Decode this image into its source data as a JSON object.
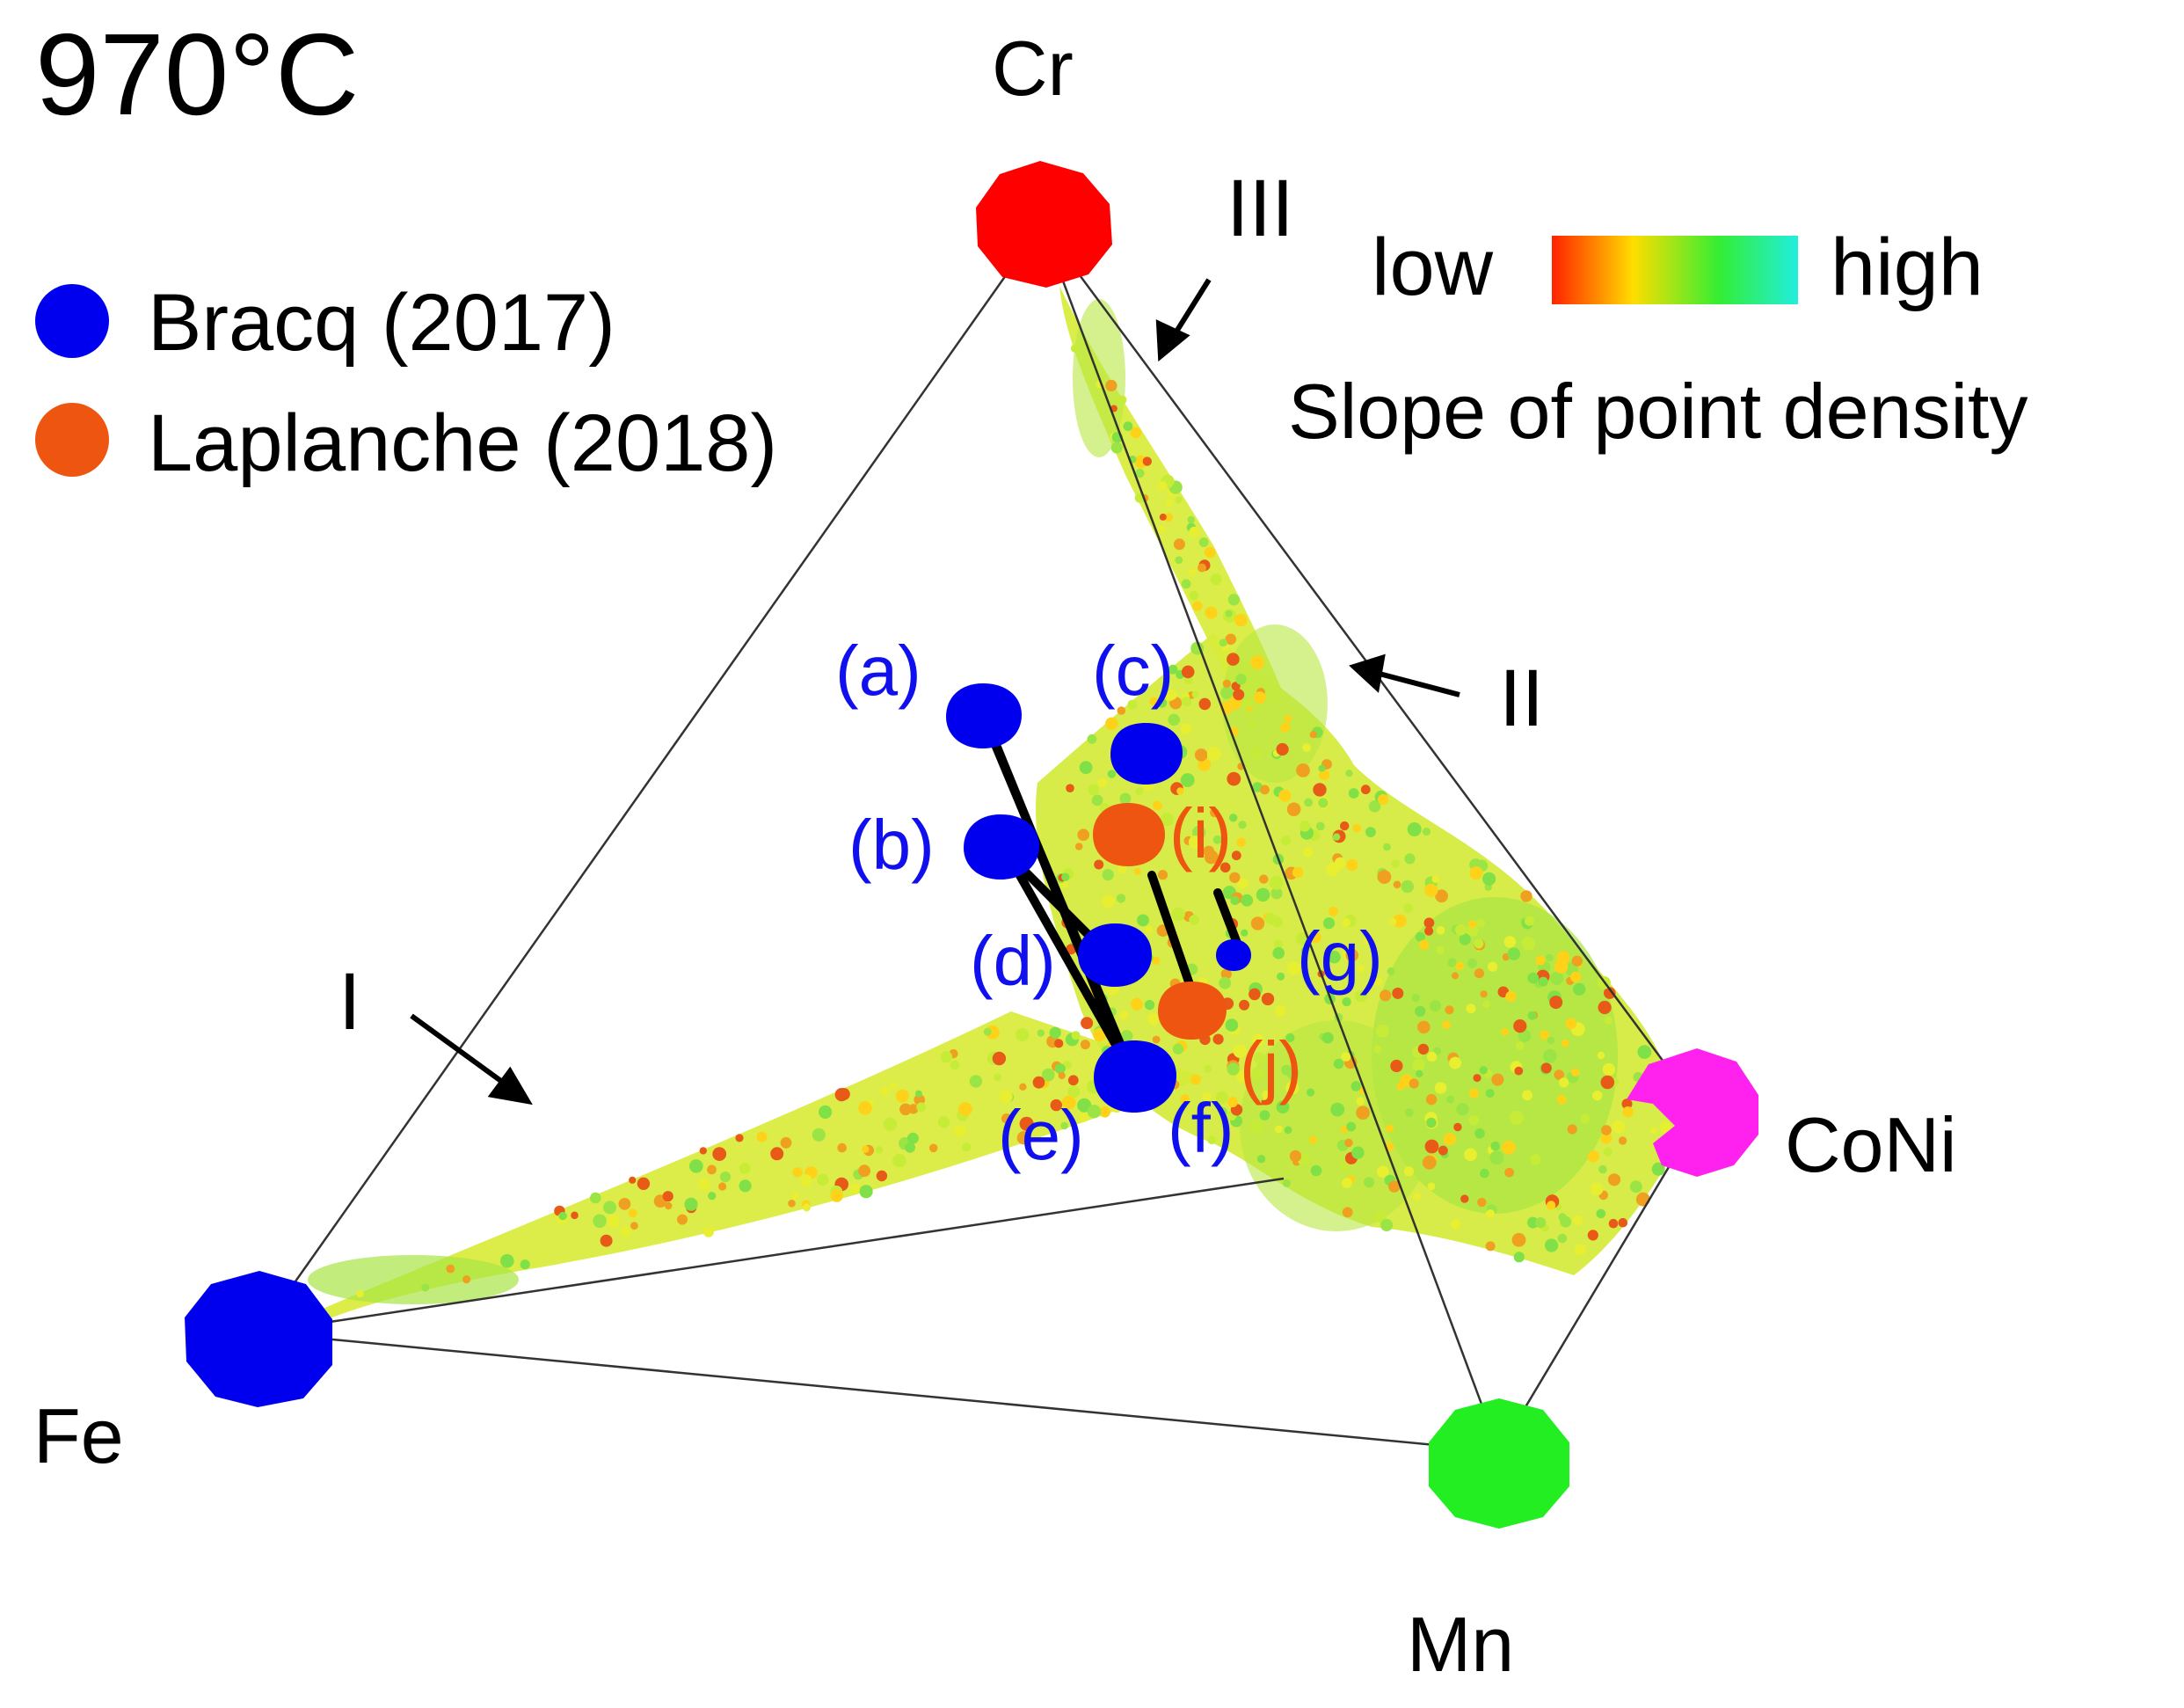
{
  "temperature": "970°C",
  "vertices": {
    "cr": {
      "label": "Cr",
      "color": "#ff0000"
    },
    "fe": {
      "label": "Fe",
      "color": "#0000ee"
    },
    "mn": {
      "label": "Mn",
      "color": "#22ee22"
    },
    "coni": {
      "label": "CoNi",
      "color": "#ff22ee"
    }
  },
  "legend": [
    {
      "label": "Bracq (2017)",
      "color": "#0000ee"
    },
    {
      "label": "Laplanche (2018)",
      "color": "#ee5511"
    }
  ],
  "colorbar": {
    "low_label": "low",
    "high_label": "high",
    "title": "Slope of point density",
    "colors": [
      "#ff2200",
      "#ffdd00",
      "#33ee33",
      "#22eedd"
    ]
  },
  "regions": [
    {
      "label": "I"
    },
    {
      "label": "II"
    },
    {
      "label": "III"
    }
  ],
  "points": {
    "a": {
      "label": "(a)",
      "source": "Bracq (2017)"
    },
    "b": {
      "label": "(b)",
      "source": "Bracq (2017)"
    },
    "c": {
      "label": "(c)",
      "source": "Bracq (2017)"
    },
    "d": {
      "label": "(d)",
      "source": "Bracq (2017)"
    },
    "e": {
      "label": "(e)",
      "source": "Bracq (2017)"
    },
    "f": {
      "label": "(f)",
      "source": "Bracq (2017)"
    },
    "g": {
      "label": "(g)",
      "source": "Bracq (2017)"
    },
    "i": {
      "label": "(i)",
      "source": "Laplanche (2018)"
    },
    "j": {
      "label": "(j)",
      "source": "Laplanche (2018)"
    }
  }
}
